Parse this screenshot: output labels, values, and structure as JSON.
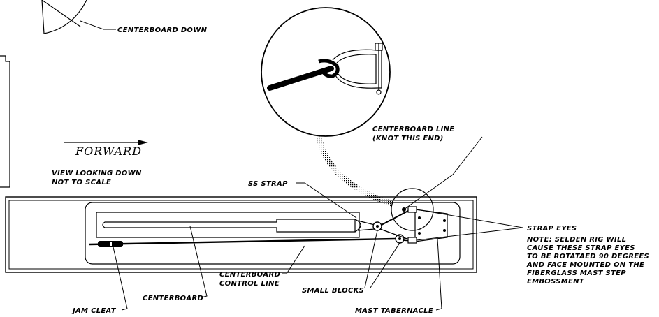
{
  "labels": {
    "centerboard_down": "CENTERBOARD DOWN",
    "forward": "FORWARD",
    "view_line1": "VIEW LOOKING DOWN",
    "view_line2": "NOT TO SCALE",
    "centerboard_line_1": "CENTERBOARD LINE",
    "centerboard_line_2": "(KNOT THIS END)",
    "ss_strap": "SS STRAP",
    "strap_eyes": "STRAP EYES",
    "note_1": "NOTE: SELDEN RIG WILL",
    "note_2": "CAUSE THESE STRAP EYES",
    "note_3": "TO BE ROTATAED 90 DEGREES",
    "note_4": "AND FACE MOUNTED ON THE",
    "note_5": "FIBERGLASS MAST STEP",
    "note_6": "EMBOSSMENT",
    "centerboard_control_1": "CENTERBOARD",
    "centerboard_control_2": "CONTROL LINE",
    "small_blocks": "SMALL BLOCKS",
    "centerboard": "CENTERBOARD",
    "jam_cleat": "JAM CLEAT",
    "mast_tabernacle": "MAST TABERNACLE"
  }
}
